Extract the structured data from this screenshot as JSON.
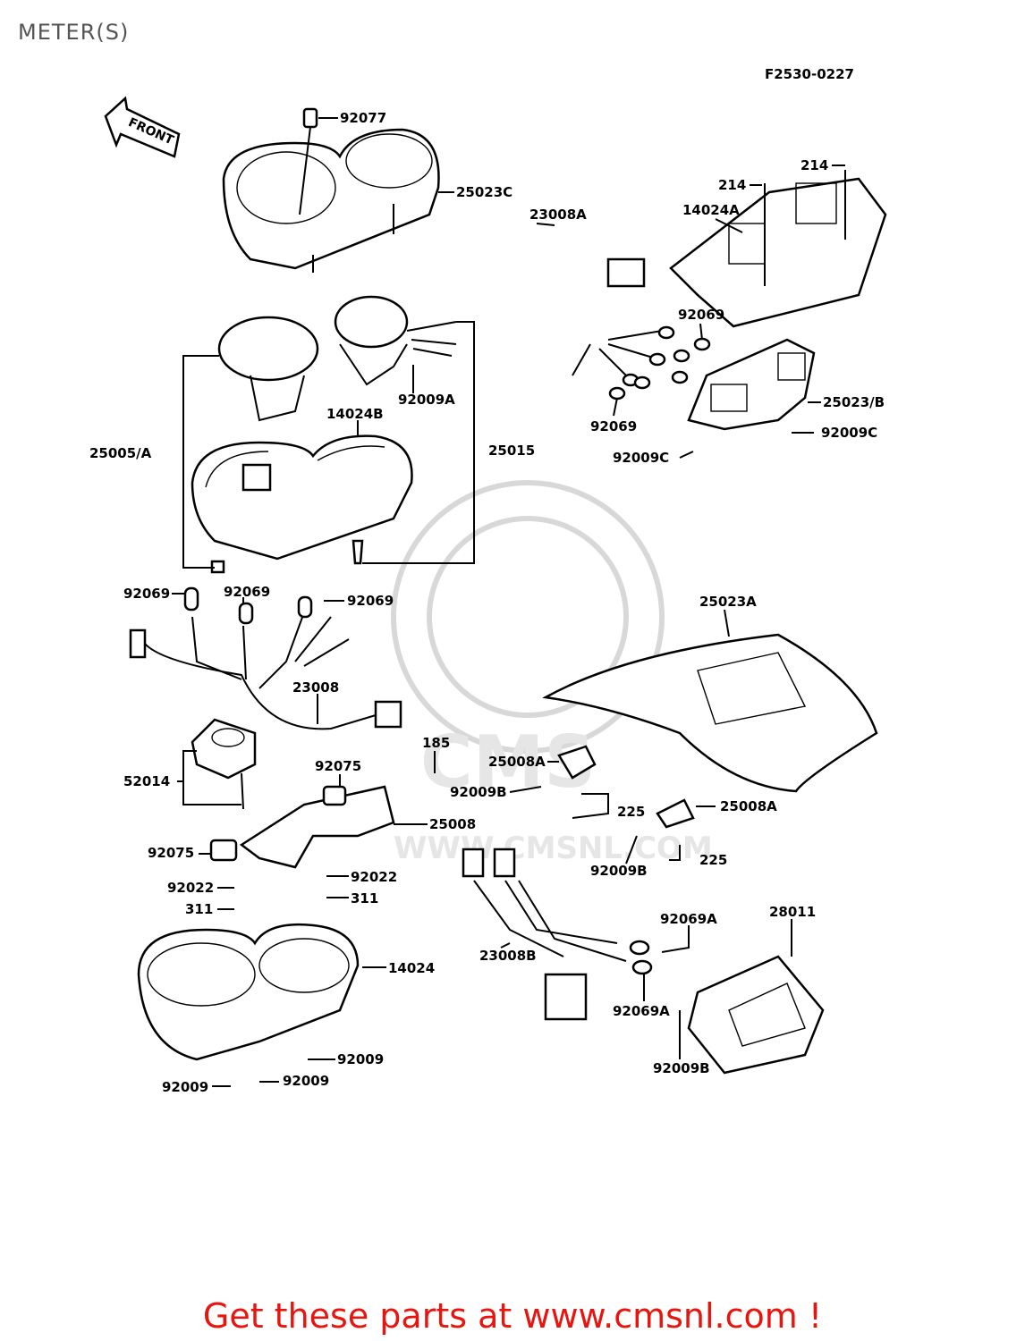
{
  "header": {
    "title": "METER(S)",
    "diagram_code": "F2530-0227"
  },
  "front_arrow": "FRONT",
  "labels": {
    "l92077": "92077",
    "l25023C": "25023C",
    "l23008A": "23008A",
    "l14024A": "14024A",
    "l214a": "214",
    "l214b": "214",
    "l92069a": "92069",
    "l92069b": "92069",
    "l25023B": "25023/B",
    "l92009C1": "92009C",
    "l92009C2": "92009C",
    "l92009A": "92009A",
    "l14024B": "14024B",
    "l25005A": "25005/A",
    "l25015": "25015",
    "l92069c": "92069",
    "l92069d": "92069",
    "l92069e": "92069",
    "l25023A": "25023A",
    "l23008": "23008",
    "l52014": "52014",
    "l185": "185",
    "l92075a": "92075",
    "l25008A1": "25008A",
    "l92009B1": "92009B",
    "l225a": "225",
    "l25008A2": "25008A",
    "l25008": "25008",
    "l92075b": "92075",
    "l92009B2": "92009B",
    "l225b": "225",
    "l92022a": "92022",
    "l92022b": "92022",
    "l311a": "311",
    "l311b": "311",
    "l92069A1": "92069A",
    "l28011": "28011",
    "l23008B": "23008B",
    "l92069A2": "92069A",
    "l92009B3": "92009B",
    "l14024": "14024",
    "l92009a": "92009",
    "l92009b": "92009",
    "l92009c": "92009"
  },
  "footer": {
    "text": "Get these parts at www.cmsnl.com !"
  },
  "watermark": "CMS WWW.CMSNL.COM",
  "colors": {
    "footer": "#e8150f",
    "title": "#555555",
    "watermark": "#d8d8d8"
  }
}
